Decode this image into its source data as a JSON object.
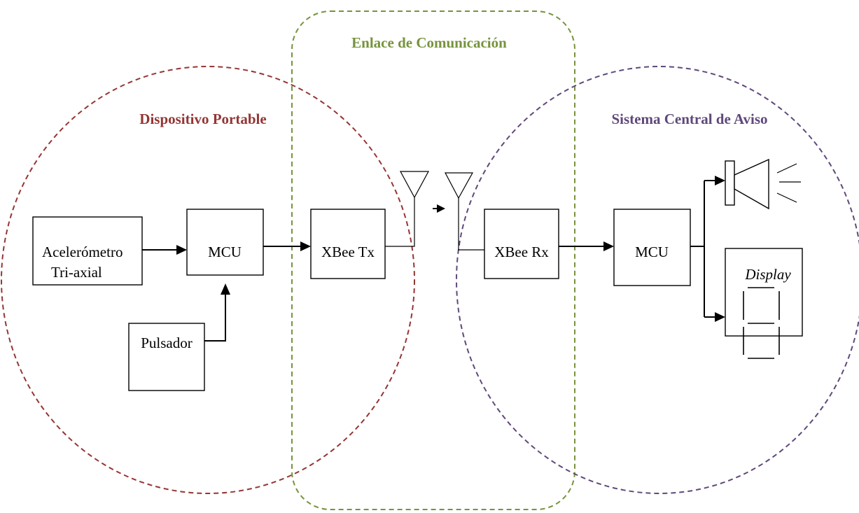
{
  "regions": {
    "portable": {
      "title": "Dispositivo Portable",
      "color": "#943634"
    },
    "link": {
      "title": "Enlace de Comunicación",
      "color": "#77933c"
    },
    "central": {
      "title": "Sistema Central de Aviso",
      "color": "#5f497a"
    }
  },
  "blocks": {
    "accelerometer": {
      "line1": "Acelerómetro",
      "line2": "Tri-axial"
    },
    "mcu_tx": "MCU",
    "pulsador": "Pulsador",
    "xbee_tx": "XBee Tx",
    "xbee_rx": "XBee Rx",
    "mcu_rx": "MCU",
    "display": "Display"
  },
  "icons": {
    "antenna_tx": "antenna-icon",
    "antenna_rx": "antenna-icon",
    "speaker": "speaker-icon",
    "seven_segment": "seven-segment-digit-icon"
  }
}
